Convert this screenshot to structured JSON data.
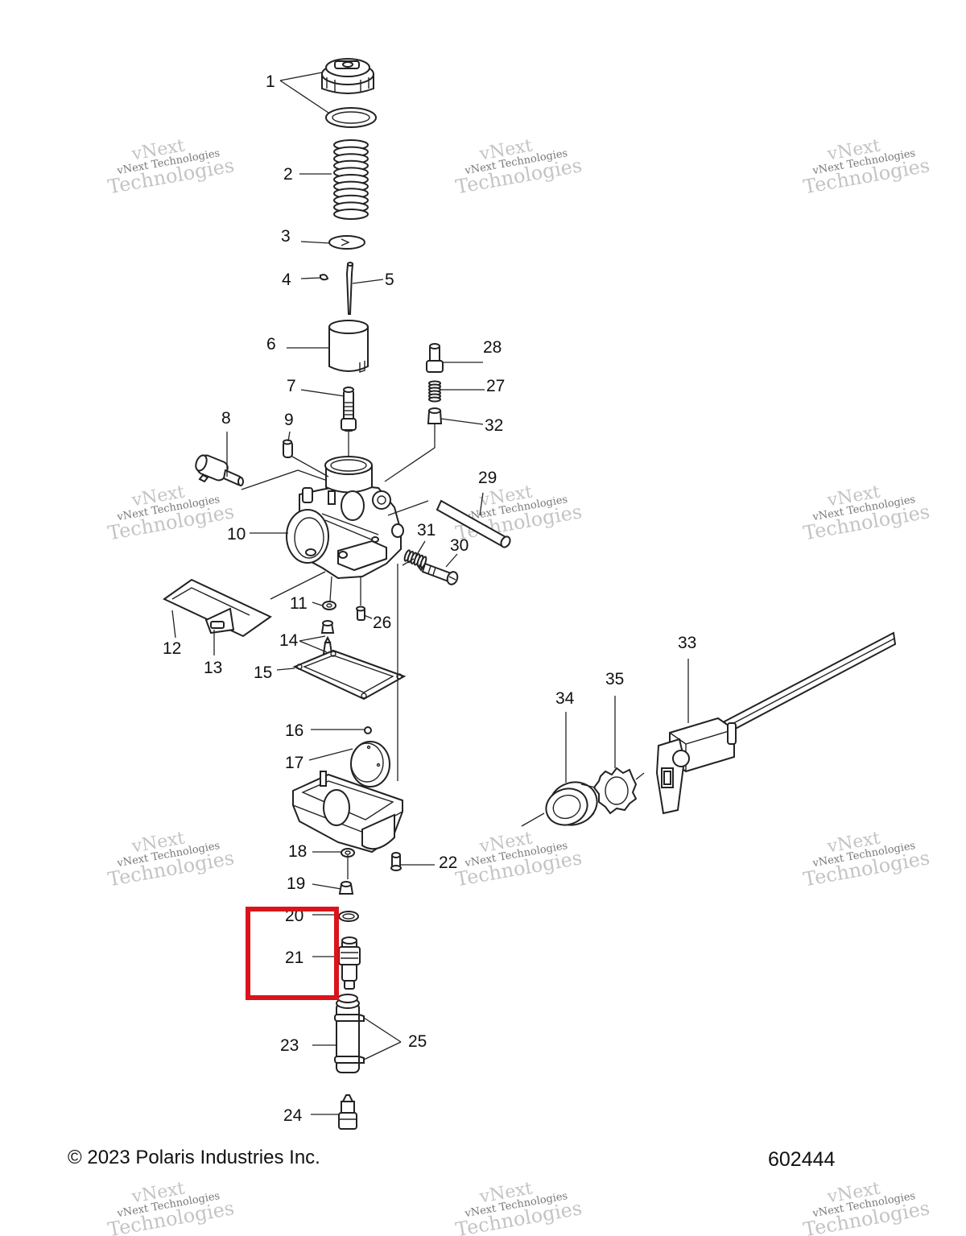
{
  "callouts": [
    "1",
    "2",
    "3",
    "4",
    "5",
    "6",
    "7",
    "8",
    "9",
    "10",
    "11",
    "12",
    "13",
    "14",
    "15",
    "16",
    "17",
    "18",
    "19",
    "20",
    "21",
    "22",
    "23",
    "24",
    "25",
    "26",
    "27",
    "28",
    "29",
    "30",
    "31",
    "32",
    "33",
    "34",
    "35"
  ],
  "footer": {
    "copyright": "© 2023 Polaris Industries Inc.",
    "drawing_number": "602444"
  },
  "watermark": {
    "line1": "vNext",
    "line2": "vNext Technologies",
    "line3": "Technologies"
  },
  "highlight": {
    "color": "#d9141c",
    "parts": [
      "20",
      "21"
    ]
  }
}
